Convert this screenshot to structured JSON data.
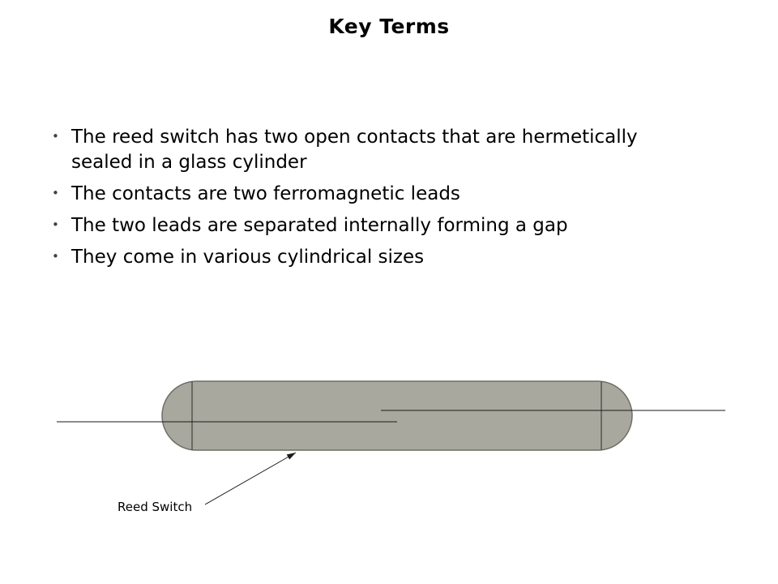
{
  "slide": {
    "title": "Key Terms",
    "bullets": [
      "The reed switch has two open contacts that are hermetically sealed in a glass cylinder",
      "The contacts are two ferromagnetic leads",
      "The two leads are separated internally forming a gap",
      "They come in various cylindrical sizes"
    ]
  },
  "diagram": {
    "label": "Reed Switch",
    "colors": {
      "capsule_fill": "#a9a89e",
      "capsule_stroke": "#6e6e66",
      "line": "#1a1a1a"
    }
  }
}
